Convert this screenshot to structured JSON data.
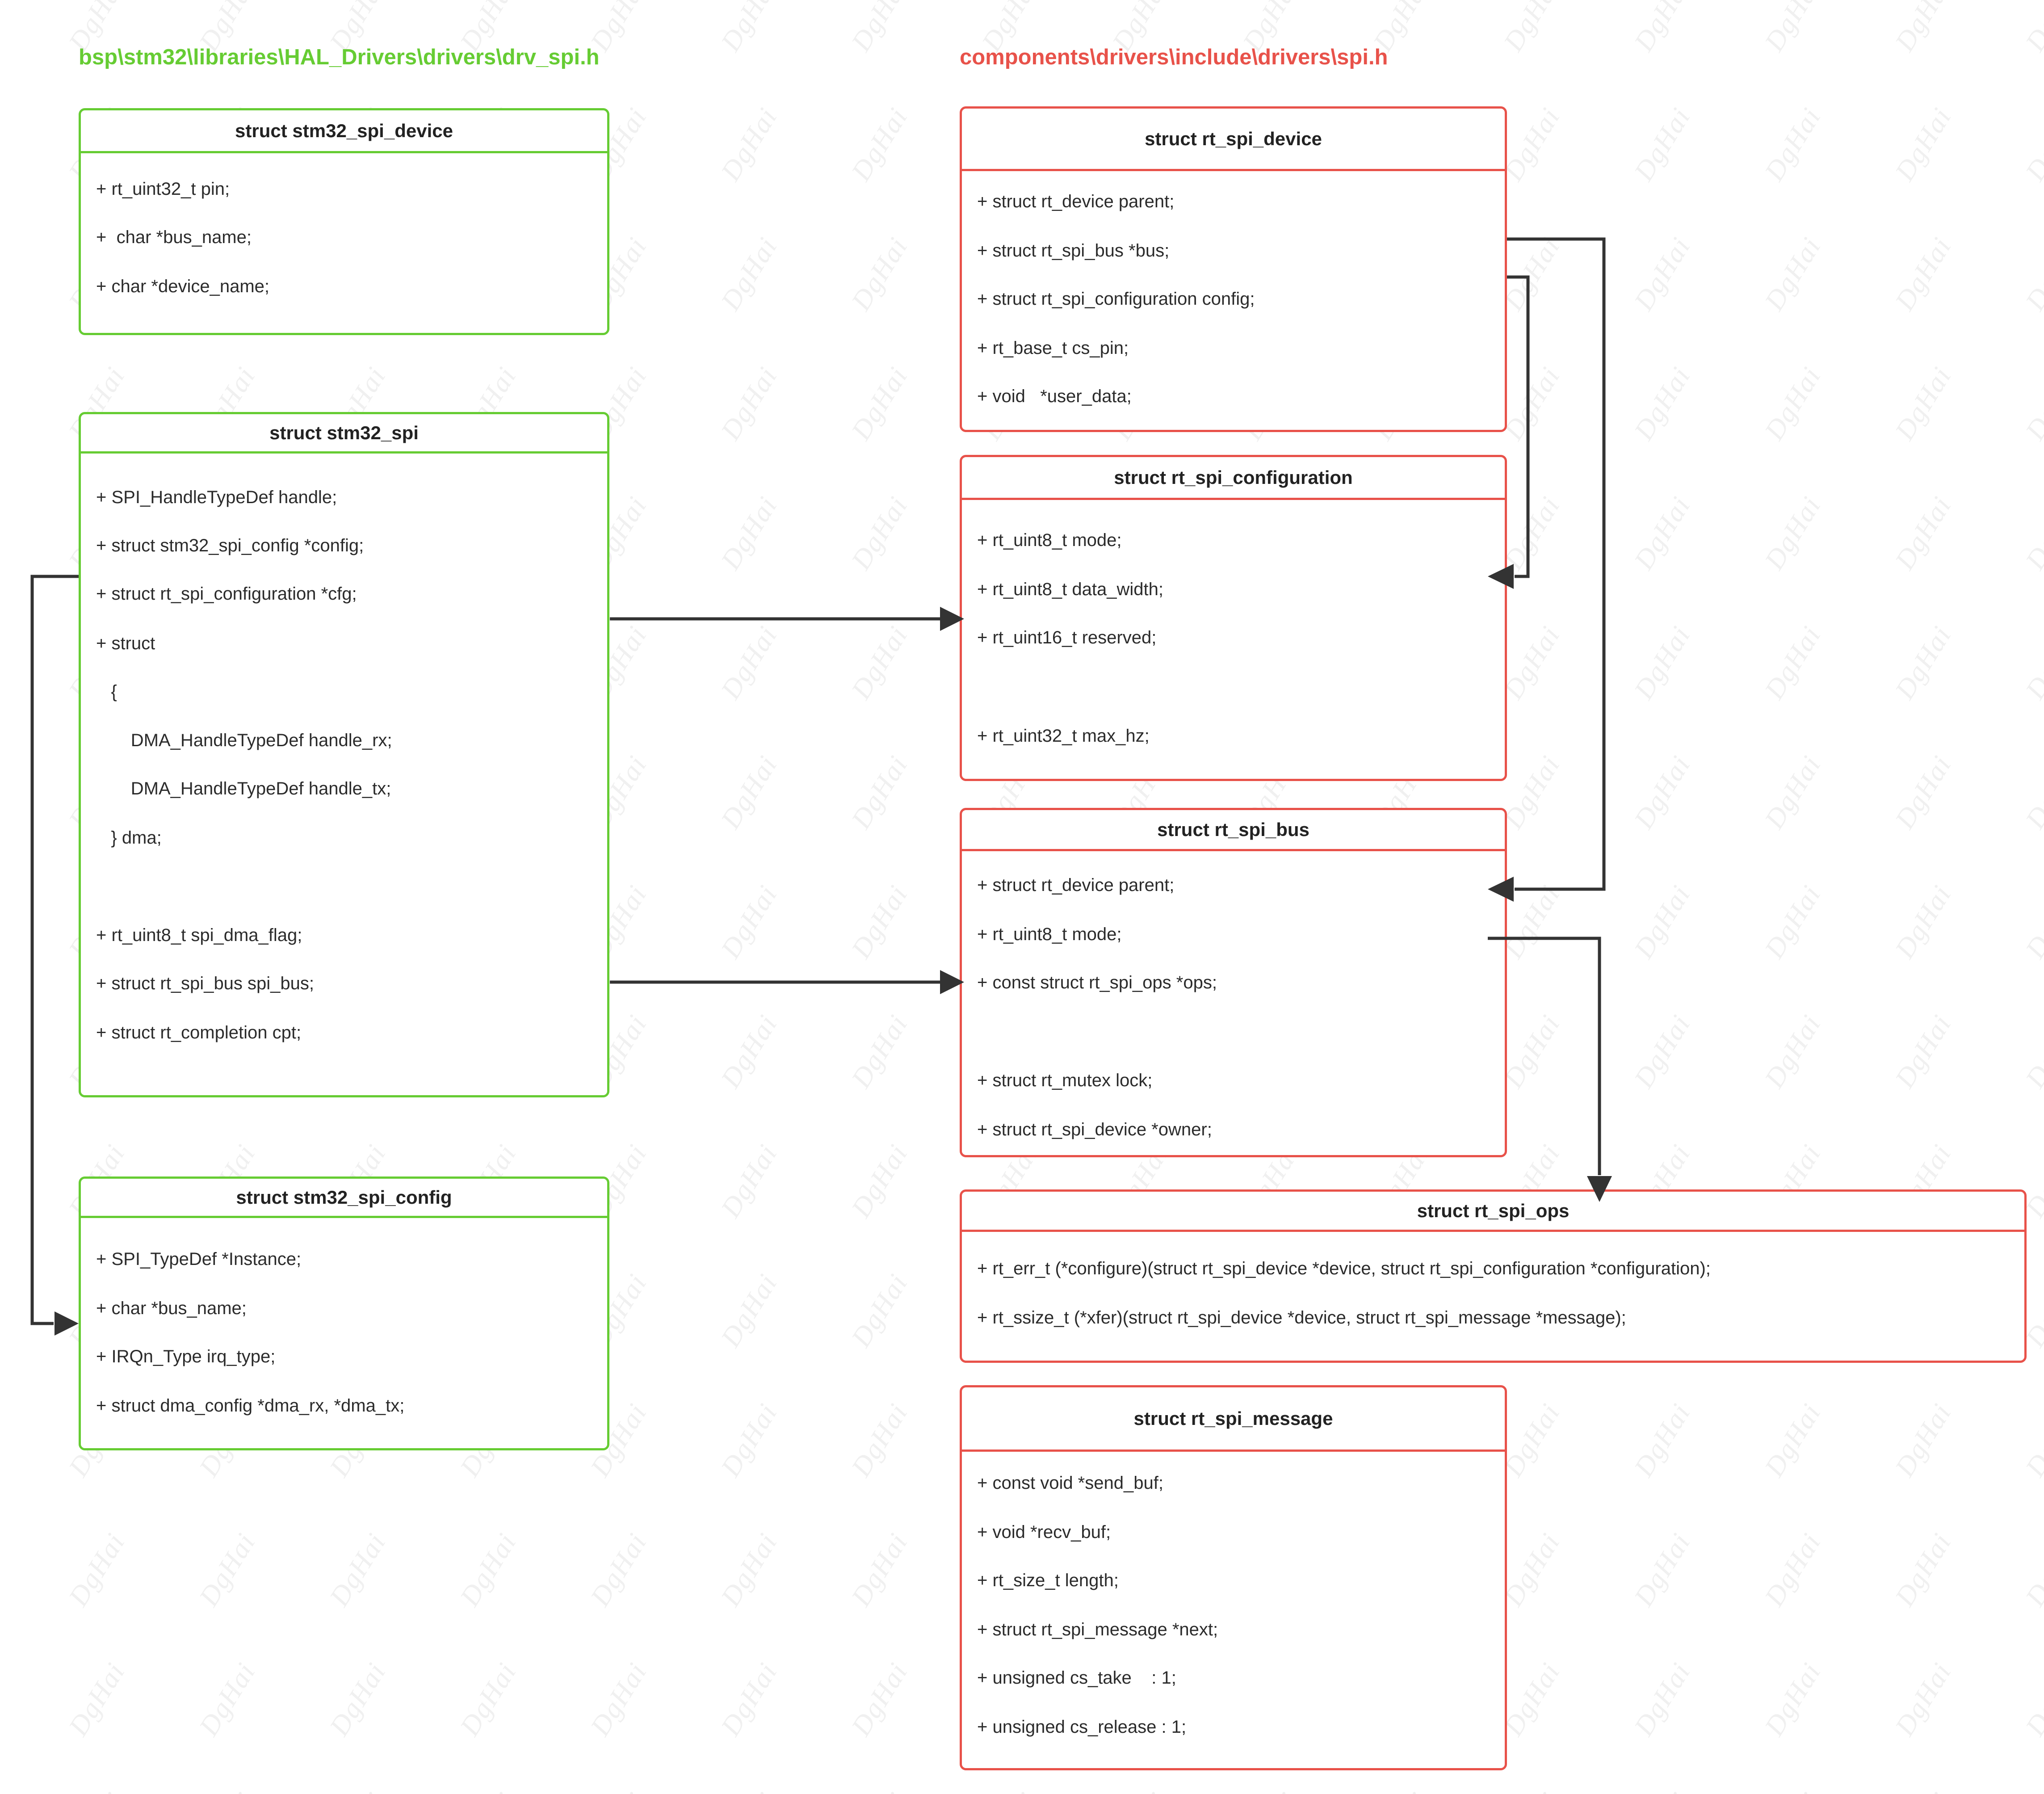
{
  "titles": {
    "left": "bsp\\stm32\\libraries\\HAL_Drivers\\drivers\\drv_spi.h",
    "right": "components\\drivers\\include\\drivers\\spi.h"
  },
  "colors": {
    "green": "#66cc33",
    "red": "#e8524a",
    "text": "#2b2b2b",
    "connector": "#333333",
    "watermark": "#f0f0f0"
  },
  "watermark": {
    "text": "DgHai"
  },
  "boxes": {
    "stm32_spi_device": {
      "title": "struct stm32_spi_device",
      "members": [
        "+ rt_uint32_t pin;",
        "+  char *bus_name;",
        "+ char *device_name;"
      ]
    },
    "stm32_spi": {
      "title": "struct stm32_spi",
      "members": [
        "+ SPI_HandleTypeDef handle;",
        "+ struct stm32_spi_config *config;",
        "+ struct rt_spi_configuration *cfg;",
        "+ struct",
        "   {",
        "       DMA_HandleTypeDef handle_rx;",
        "       DMA_HandleTypeDef handle_tx;",
        "   } dma;",
        "",
        "+ rt_uint8_t spi_dma_flag;",
        "+ struct rt_spi_bus spi_bus;",
        "+ struct rt_completion cpt;"
      ]
    },
    "stm32_spi_config": {
      "title": "struct stm32_spi_config",
      "members": [
        "+ SPI_TypeDef *Instance;",
        "+ char *bus_name;",
        "+ IRQn_Type irq_type;",
        "+ struct dma_config *dma_rx, *dma_tx;"
      ]
    },
    "rt_spi_device": {
      "title": "struct rt_spi_device",
      "members": [
        "+ struct rt_device parent;",
        "+ struct rt_spi_bus *bus;",
        "+ struct rt_spi_configuration config;",
        "+ rt_base_t cs_pin;",
        "+ void   *user_data;"
      ]
    },
    "rt_spi_configuration": {
      "title": "struct rt_spi_configuration",
      "members": [
        "+ rt_uint8_t mode;",
        "+ rt_uint8_t data_width;",
        "+ rt_uint16_t reserved;",
        "",
        "+ rt_uint32_t max_hz;"
      ]
    },
    "rt_spi_bus": {
      "title": "struct rt_spi_bus",
      "members": [
        "+ struct rt_device parent;",
        "+ rt_uint8_t mode;",
        "+ const struct rt_spi_ops *ops;",
        "",
        "+ struct rt_mutex lock;",
        "+ struct rt_spi_device *owner;"
      ]
    },
    "rt_spi_ops": {
      "title": "struct rt_spi_ops",
      "members": [
        "+ rt_err_t (*configure)(struct rt_spi_device *device, struct rt_spi_configuration *configuration);",
        "+ rt_ssize_t (*xfer)(struct rt_spi_device *device, struct rt_spi_message *message);"
      ]
    },
    "rt_spi_message": {
      "title": "struct rt_spi_message",
      "members": [
        "+ const void *send_buf;",
        "+ void *recv_buf;",
        "+ rt_size_t length;",
        "+ struct rt_spi_message *next;",
        "+ unsigned cs_take    : 1;",
        "+ unsigned cs_release : 1;"
      ]
    }
  }
}
